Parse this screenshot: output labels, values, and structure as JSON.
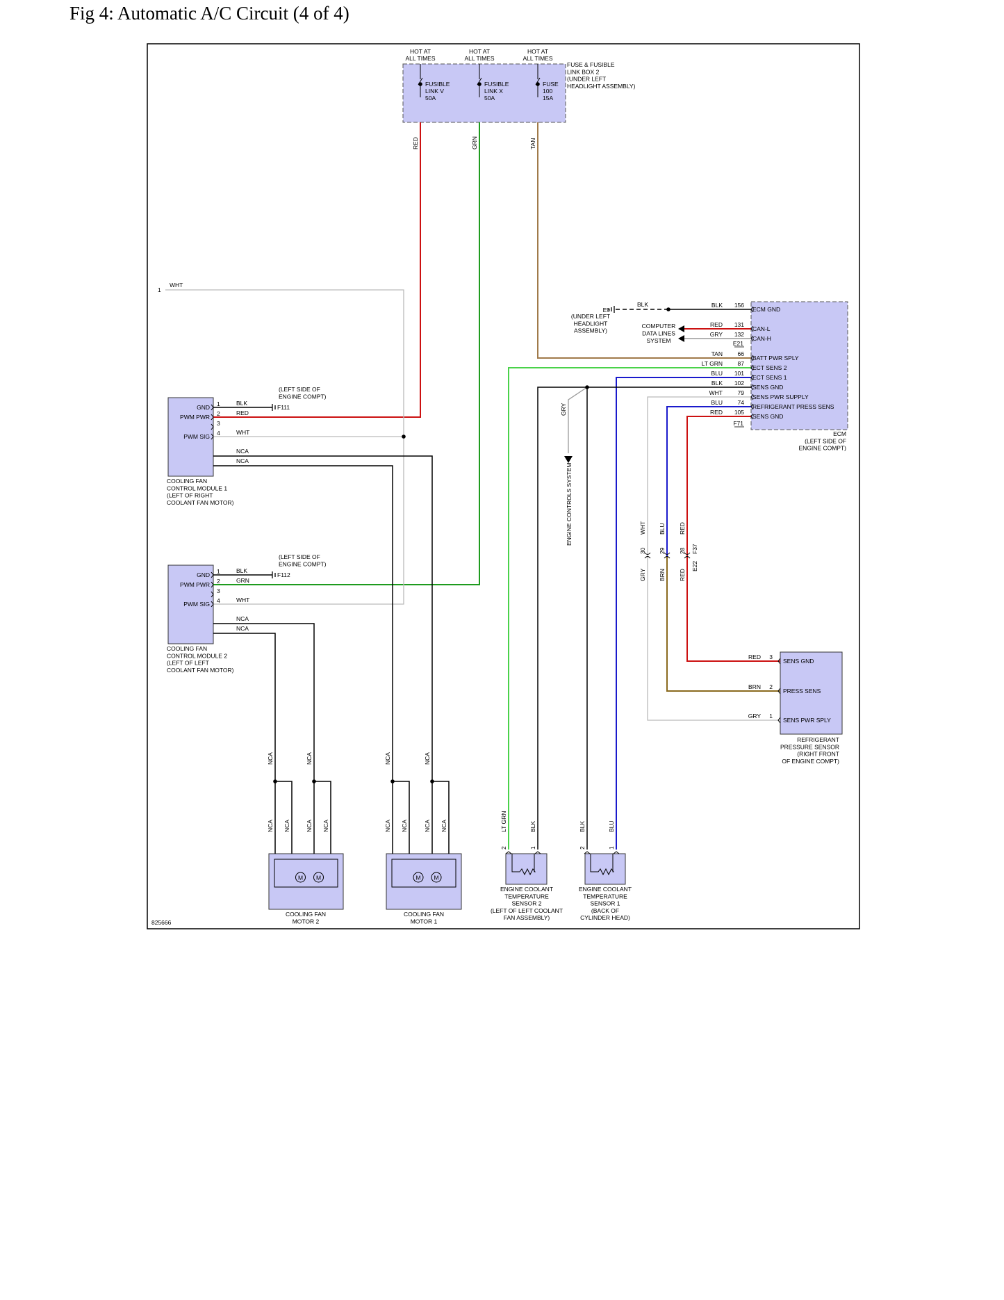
{
  "title": "Fig 4: Automatic A/C Circuit (4 of 4)",
  "diagram_id": "825666",
  "colors": {
    "RED": "#cc1111",
    "GRN": "#1e9b1e",
    "LT GRN": "#4ad24a",
    "TAN": "#a07a4a",
    "BLK": "#000000",
    "BLU": "#1a1acc",
    "WHT": "#bbbbbb",
    "GRY": "#999999",
    "BRN": "#8a6a1e",
    "box_fill": "#c8c8f5"
  },
  "fusebox": {
    "hot_labels": [
      [
        "HOT AT",
        "ALL TIMES"
      ],
      [
        "HOT AT",
        "ALL TIMES"
      ],
      [
        "HOT AT",
        "ALL TIMES"
      ]
    ],
    "items": [
      [
        "FUSIBLE",
        "LINK V",
        "50A"
      ],
      [
        "FUSIBLE",
        "LINK X",
        "50A"
      ],
      [
        "FUSE",
        "100",
        "15A"
      ]
    ],
    "name": [
      "FUSE & FUSIBLE",
      "LINK BOX 2",
      "(UNDER LEFT",
      "HEADLIGHT ASSEMBLY)"
    ],
    "wire_labels": [
      "RED",
      "GRN",
      "TAN"
    ]
  },
  "ecm": {
    "name": [
      "ECM",
      "(LEFT SIDE OF",
      "ENGINE COMPT)"
    ],
    "connectors": [
      "E21",
      "F71"
    ],
    "pins": [
      {
        "color": "BLK",
        "num": "156",
        "label": "ECM GND"
      },
      {
        "color": "RED",
        "num": "131",
        "label": "CAN-L"
      },
      {
        "color": "GRY",
        "num": "132",
        "label": "CAN-H"
      },
      {
        "color": "TAN",
        "num": "66",
        "label": "BATT PWR SPLY"
      },
      {
        "color": "LT GRN",
        "num": "87",
        "label": "ECT SENS 2"
      },
      {
        "color": "BLU",
        "num": "101",
        "label": "ECT SENS 1"
      },
      {
        "color": "BLK",
        "num": "102",
        "label": "SENS GND"
      },
      {
        "color": "WHT",
        "num": "79",
        "label": "SENS PWR SUPPLY"
      },
      {
        "color": "BLU",
        "num": "74",
        "label": "REFRIGERANT PRESS SENS"
      },
      {
        "color": "RED",
        "num": "105",
        "label": "SENS GND"
      }
    ]
  },
  "ground_e9": {
    "label": "E9",
    "wire": "BLK",
    "note": [
      "(UNDER LEFT",
      "HEADLIGHT",
      "ASSEMBLY)"
    ]
  },
  "computer_data_lines": [
    "COMPUTER",
    "DATA LINES",
    "SYSTEM"
  ],
  "engine_controls": "ENGINE CONTROLS SYSTEM",
  "gry_label": "GRY",
  "wht_label": "WHT",
  "wht_pin": "1",
  "module1": {
    "pins": [
      {
        "num": "1",
        "label": "GND",
        "wire": "BLK"
      },
      {
        "num": "2",
        "label": "PWM PWR",
        "wire": "RED"
      },
      {
        "num": "3",
        "label": "",
        "wire": ""
      },
      {
        "num": "4",
        "label": "PWM SIG",
        "wire": "WHT"
      }
    ],
    "nca": [
      "NCA",
      "NCA"
    ],
    "ground": {
      "note": [
        "(LEFT SIDE OF",
        "ENGINE COMPT)"
      ],
      "id": "F111"
    },
    "name": [
      "COOLING FAN",
      "CONTROL MODULE 1",
      "(LEFT OF RIGHT",
      "COOLANT FAN MOTOR)"
    ]
  },
  "module2": {
    "pins": [
      {
        "num": "1",
        "label": "GND",
        "wire": "BLK"
      },
      {
        "num": "2",
        "label": "PWM PWR",
        "wire": "GRN"
      },
      {
        "num": "3",
        "label": "",
        "wire": ""
      },
      {
        "num": "4",
        "label": "PWM SIG",
        "wire": "WHT"
      }
    ],
    "nca": [
      "NCA",
      "NCA"
    ],
    "ground": {
      "note": [
        "(LEFT SIDE OF",
        "ENGINE COMPT)"
      ],
      "id": "F112"
    },
    "name": [
      "COOLING FAN",
      "CONTROL MODULE 2",
      "(LEFT OF LEFT",
      "COOLANT FAN MOTOR)"
    ]
  },
  "inline_connector": {
    "top": [
      {
        "color": "WHT",
        "num": "30"
      },
      {
        "color": "BLU",
        "num": "29"
      },
      {
        "color": "RED",
        "num": "28"
      }
    ],
    "top_id": "F37",
    "bottom": [
      {
        "color": "GRY"
      },
      {
        "color": "BRN"
      },
      {
        "color": "RED"
      }
    ],
    "bottom_id": "E22"
  },
  "refrig_sensor": {
    "pins": [
      {
        "color": "RED",
        "num": "3",
        "label": "SENS GND"
      },
      {
        "color": "BRN",
        "num": "2",
        "label": "PRESS SENS"
      },
      {
        "color": "GRY",
        "num": "1",
        "label": "SENS PWR SPLY"
      }
    ],
    "name": [
      "REFRIGERANT",
      "PRESSURE SENSOR",
      "(RIGHT FRONT",
      "OF ENGINE COMPT)"
    ]
  },
  "nca_label": "NCA",
  "motor_symbol": "M",
  "motor2_name": [
    "COOLING FAN",
    "MOTOR 2"
  ],
  "motor1_name": [
    "COOLING FAN",
    "MOTOR 1"
  ],
  "ect2": {
    "wires": [
      {
        "color": "LT GRN",
        "num": "2"
      },
      {
        "color": "BLK",
        "num": "1"
      }
    ],
    "name": [
      "ENGINE COOLANT",
      "TEMPERATURE",
      "SENSOR 2",
      "(LEFT OF LEFT COOLANT",
      "FAN ASSEMBLY)"
    ]
  },
  "ect1": {
    "wires": [
      {
        "color": "BLK",
        "num": "2"
      },
      {
        "color": "BLU",
        "num": "1"
      }
    ],
    "name": [
      "ENGINE COOLANT",
      "TEMPERATURE",
      "SENSOR 1",
      "(BACK OF",
      "CYLINDER HEAD)"
    ]
  }
}
